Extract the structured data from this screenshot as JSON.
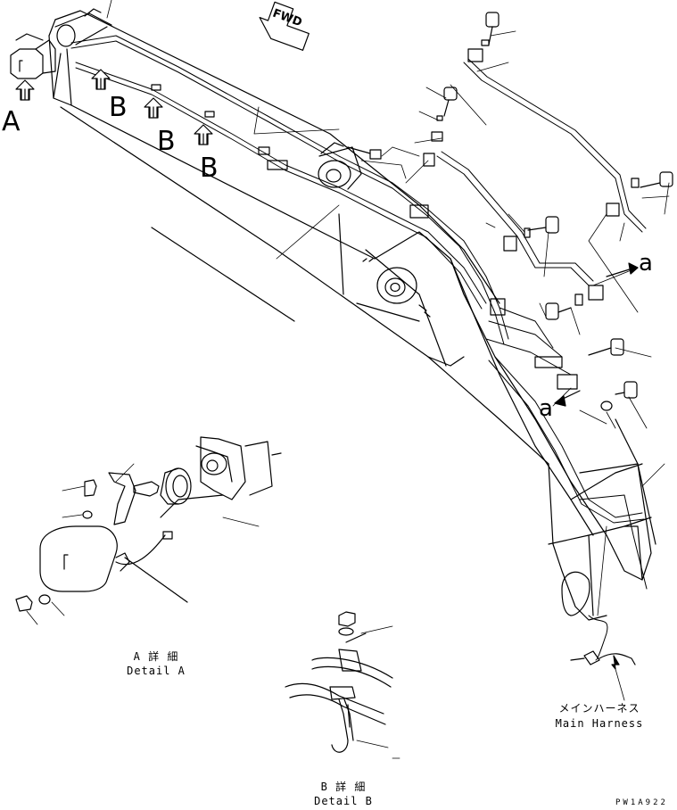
{
  "fwd_label": "FWD",
  "callouts": {
    "a": "A",
    "b": "B",
    "lower_a": "a"
  },
  "captions": {
    "detail_a_jp": "A 詳 細",
    "detail_a_en": "Detail A",
    "detail_b_jp": "B 詳 細",
    "detail_b_en": "Detail B",
    "harness_jp": "メインハーネス",
    "harness_en": "Main Harness"
  },
  "drawing_code": "PW1A922",
  "colors": {
    "ink": "#000000",
    "paper": "#ffffff"
  }
}
